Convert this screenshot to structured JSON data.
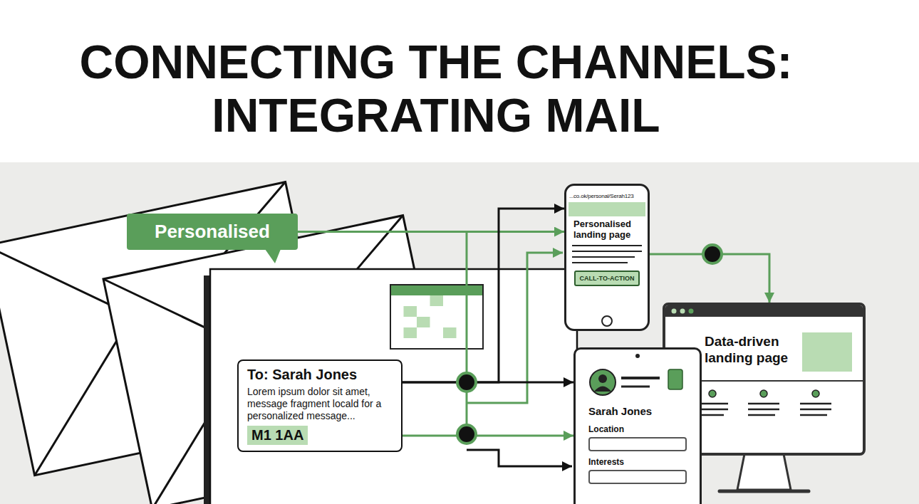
{
  "diagram": {
    "title": "CONNECTING THE CHANNELS: INTEGRATING MAIL",
    "nodes": [
      {
        "text": [
          "Personalised"
        ]
      },
      {
        "text": [
          "To: Sarah Jones",
          "Lorem ipsum dolor sit amet, message fragment locald for a personalized message..."
        ]
      },
      {
        "text": [
          "M1 1AA"
        ],
        "in": 1
      },
      {
        "text": [
          "...co.ok/personal/Serah123",
          "Personalised landing page"
        ]
      },
      {
        "text": [
          "CALL-TO-ACTION"
        ],
        "in": 3
      },
      {
        "text": [
          "Sarah Jones",
          "Location",
          "Interests"
        ]
      },
      {
        "text": [
          "Data-driven landing page"
        ]
      }
    ],
    "edges": [
      {
        "from": 0,
        "to": 3,
        "arrow": "to"
      },
      {
        "from": 1,
        "to": 3,
        "arrow": "to"
      },
      {
        "from": 1,
        "to": 5,
        "arrow": "to"
      },
      {
        "from": 2,
        "to": 5,
        "arrow": "both"
      },
      {
        "from": 3,
        "to": 6,
        "arrow": "to"
      }
    ]
  }
}
